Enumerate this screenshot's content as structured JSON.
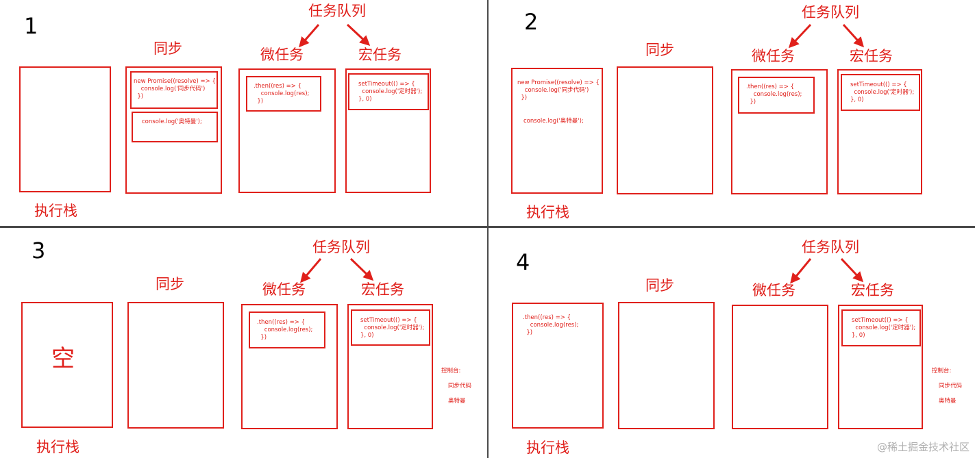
{
  "labels": {
    "task_queue": "任务队列",
    "micro_task": "微任务",
    "macro_task": "宏任务",
    "sync": "同步",
    "exec_stack": "执行栈",
    "empty": "空",
    "console_title": "控制台:",
    "console_line1": "同步代码",
    "console_line2": "奥特曼"
  },
  "code": {
    "promise": "new Promise((resolve) => {\n    console.log('同步代码')\n  })",
    "log": "console.log('奥特曼');",
    "then": ".then((res) => {\n    console.log(res);\n  })",
    "timeout": "setTimeout(() => {\n  console.log('定时器');\n}, 0)"
  },
  "panels": [
    {
      "number": "1"
    },
    {
      "number": "2"
    },
    {
      "number": "3"
    },
    {
      "number": "4"
    }
  ],
  "watermark": "@稀土掘金技术社区",
  "colors": {
    "accent": "#e0201b",
    "divider": "#4a4a4a"
  }
}
